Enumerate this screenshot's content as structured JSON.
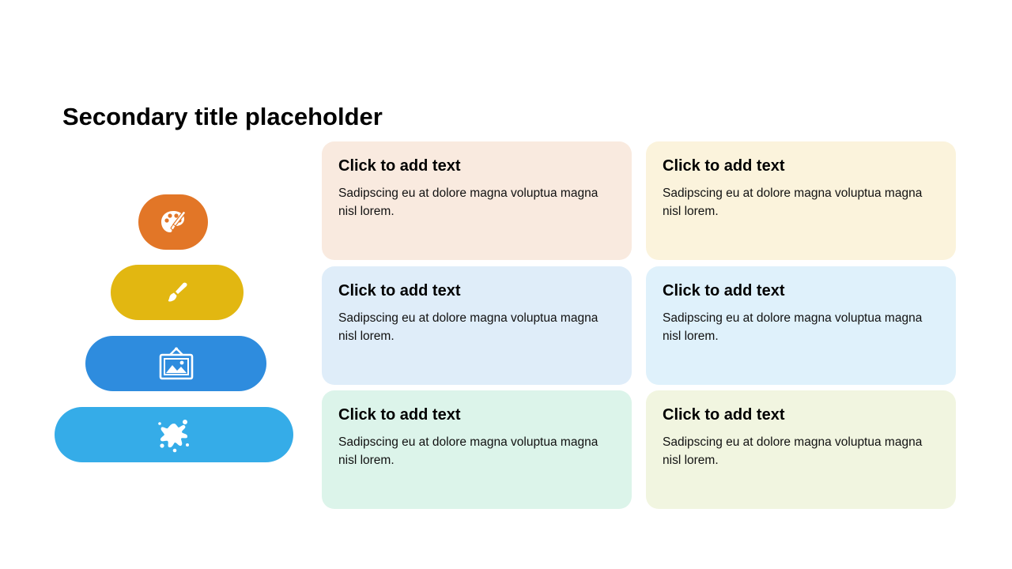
{
  "slide": {
    "title": "Secondary title placeholder"
  },
  "pyramid": [
    {
      "icon": "palette-brush-icon",
      "color": "#E27627"
    },
    {
      "icon": "paint-brush-icon",
      "color": "#E2B711"
    },
    {
      "icon": "framed-picture-icon",
      "color": "#2E8CDE"
    },
    {
      "icon": "paint-splash-icon",
      "color": "#35ACE8"
    }
  ],
  "cards": [
    {
      "title": "Click to add text",
      "body": "Sadipscing eu at dolore magna voluptua magna nisl lorem.",
      "color": "#F9EADF"
    },
    {
      "title": "Click to add text",
      "body": "Sadipscing eu at dolore magna voluptua magna nisl lorem.",
      "color": "#FBF3DC"
    },
    {
      "title": "Click to add text",
      "body": "Sadipscing eu at dolore magna voluptua magna nisl lorem.",
      "color": "#DFEDF9"
    },
    {
      "title": "Click to add text",
      "body": "Sadipscing eu at dolore magna voluptua magna nisl lorem.",
      "color": "#DFF1FB"
    },
    {
      "title": "Click to add text",
      "body": "Sadipscing eu at dolore magna voluptua magna nisl lorem.",
      "color": "#DCF4EA"
    },
    {
      "title": "Click to add text",
      "body": "Sadipscing eu at dolore magna voluptua magna nisl lorem.",
      "color": "#F1F5E0"
    }
  ]
}
